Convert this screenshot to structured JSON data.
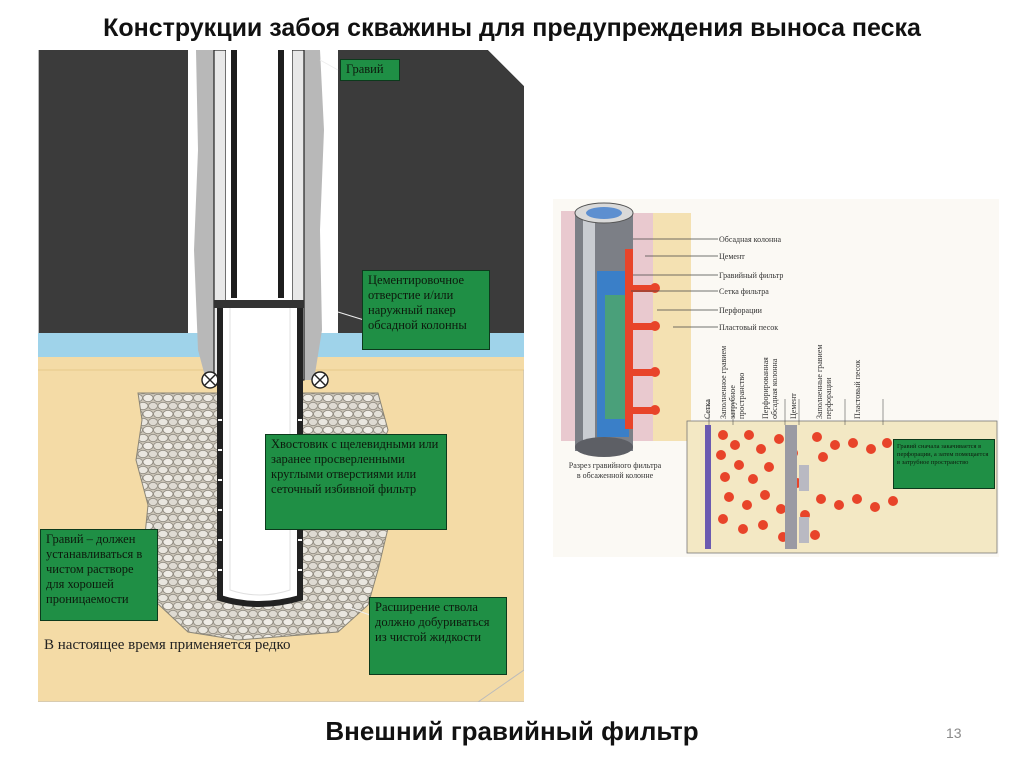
{
  "slide": {
    "title": "Конструкции забоя скважины для предупреждения выноса песка",
    "subtitle": "Внешний гравийный фильтр",
    "page_number": "13"
  },
  "left_diagram": {
    "labels": {
      "gravel_top": "Гравий",
      "cement_port": "Цементировочное отверстие и/или наружный пакер обсадной колонны",
      "liner": "Хвостовик с щелевидными или заранее просверленными круглыми отверстиями или сеточный избивной фильтр",
      "gravel_clean": "Гравий – должен устанавливаться в чистом растворе для хорошей проницаемости",
      "underream": "Расширение ствола должно добуриваться из чистой жидкости"
    },
    "note": "В настоящее время применяется редко",
    "colors": {
      "box": "#1f8f45",
      "rock": "#3d3d3d",
      "sand": "#f4dba6",
      "water": "#9fd3ea"
    }
  },
  "right_diagram": {
    "callouts": [
      "Обсадная колонна",
      "Цемент",
      "Гравийный фильтр",
      "Сетка фильтра",
      "Перфорации",
      "Пластовый песок"
    ],
    "caption": "Разрез гравийного фильтра в обсаженной колонне",
    "vertical_labels": [
      "Сетка",
      "Заполненное гравием затрубное пространство",
      "Перфорированная обсадная колонна",
      "Цемент",
      "Заполненные гравием перфорации",
      "Пластовый песок"
    ],
    "side_note": "Гравий сначала закачивается в перфорации, а затем помещается в затрубное пространство",
    "colors": {
      "box": "#1f8f45",
      "gravel": "#e8442a"
    }
  }
}
